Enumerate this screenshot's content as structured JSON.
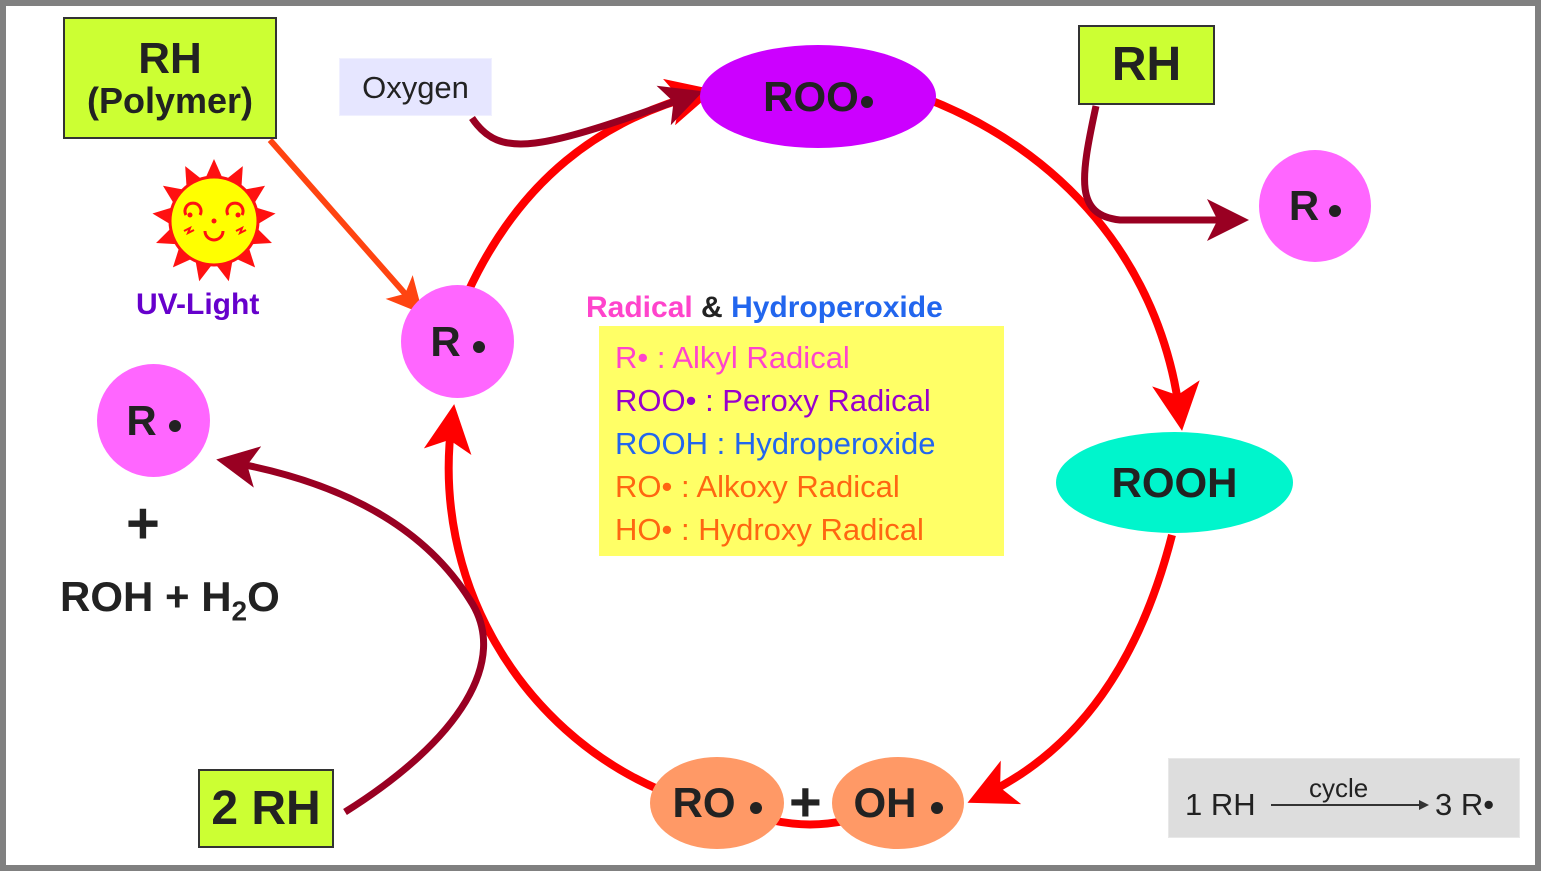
{
  "title": "Polymer auto-oxidation radical cycle",
  "colors": {
    "cycle_arrow": "#ff0000",
    "side_arrow": "#990022",
    "uv_arrow": "#ff4411",
    "reactant_box": "#ccff33",
    "alkyl_radical": "#ff66ff",
    "peroxy_radical": "#cc00ff",
    "hydroperoxide": "#00f5cc",
    "alkoxy_hydroxy": "#ff9966",
    "legend_bg": "#ffff66",
    "oxygen_bg": "#e6e6ff",
    "uv_label": "#6600cc"
  },
  "reactant_polymer": {
    "line1": "RH",
    "line2": "(Polymer)"
  },
  "uv": {
    "label": "UV-Light",
    "icon": "sun-icon"
  },
  "oxygen": {
    "label": "Oxygen"
  },
  "nodes": {
    "r_cycle": {
      "label": "R",
      "radical": true
    },
    "roo": {
      "label": "ROO",
      "radical": true
    },
    "rooh": {
      "label": "ROOH"
    },
    "ro": {
      "label": "RO",
      "radical": true
    },
    "plus": "+",
    "oh": {
      "label": "OH",
      "radical": true
    }
  },
  "rh_right": {
    "label": "RH"
  },
  "r_right": {
    "label": "R",
    "radical": true
  },
  "left_products": {
    "r_label": "R",
    "plus": "+",
    "roh": "ROH + H",
    "sub": "2",
    "o": "O"
  },
  "rh_two": {
    "label": "2 RH"
  },
  "legend": {
    "title_part1": "Radical",
    "title_amp": " & ",
    "title_part2": "Hydroperoxide",
    "rows": [
      {
        "text": "R• : Alkyl Radical",
        "color": "#ff44cc"
      },
      {
        "text": "ROO• : Peroxy Radical",
        "color": "#9900cc"
      },
      {
        "text": "ROOH : Hydroperoxide",
        "color": "#2266ee"
      },
      {
        "text": "RO• : Alkoxy Radical",
        "color": "#ff6611"
      },
      {
        "text": "HO• : Hydroxy Radical",
        "color": "#ff6611"
      }
    ]
  },
  "cycle_summary": {
    "left": "1 RH",
    "arrow_label": "cycle",
    "right": "3 R•"
  }
}
